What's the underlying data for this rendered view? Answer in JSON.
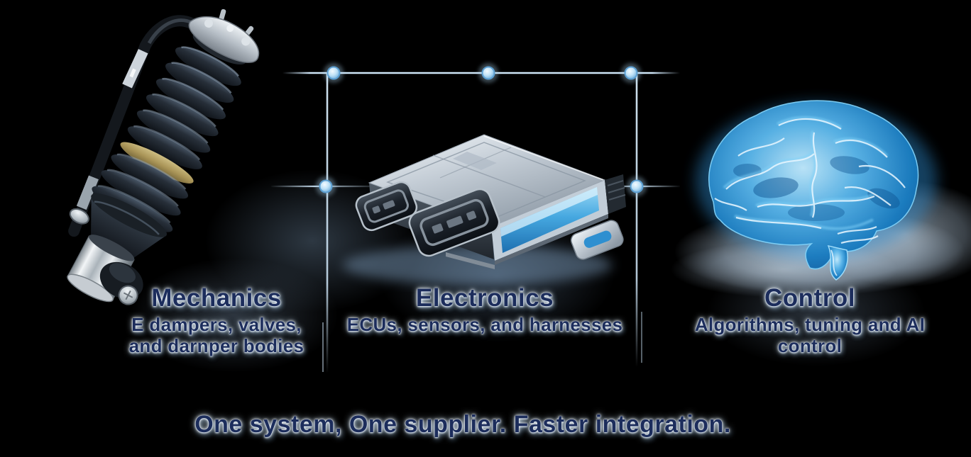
{
  "page": {
    "background_color": "#000000",
    "tagline": "One system, One supplier. Faster integration."
  },
  "sections": [
    {
      "id": "mechanics",
      "title": "Mechanics",
      "subtitle_line1": "E dampers, valves,",
      "subtitle_line2": "and darnper bodies",
      "image_name": "coilover-damper"
    },
    {
      "id": "electronics",
      "title": "Electronics",
      "subtitle_line1": "ECUs, sensors, and harnesses",
      "image_name": "ecu-control-module"
    },
    {
      "id": "control",
      "title": "Control",
      "subtitle_line1": "Algorithms, tuning and AI control",
      "image_name": "ai-brain"
    }
  ],
  "connector": {
    "line_color": "#cfe6f8",
    "node_ring_color": "#5c9fd2",
    "node_fill_color": "#bfe2f7",
    "node_count": 5
  },
  "colors": {
    "text_navy": "#1c2d5c",
    "glow_white": "#ffffff",
    "ecu_panel_blue": "#2e8fd0",
    "brain_blue": "#1873b8",
    "brass_band": "#a99457",
    "chrome_silver": "#cdd4db"
  }
}
